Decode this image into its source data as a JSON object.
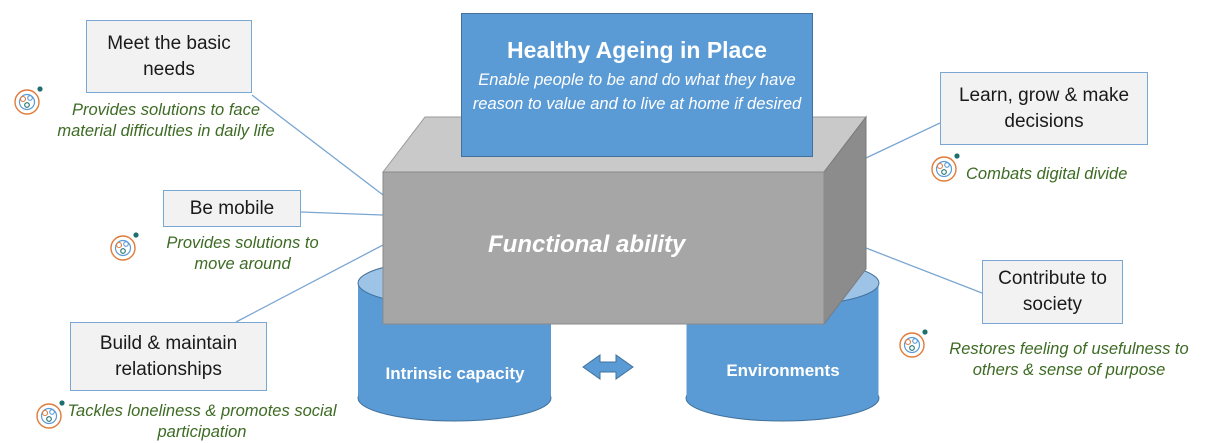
{
  "title": {
    "heading": "Healthy Ageing in Place",
    "subtitle": "Enable people to be and do what they have reason to value and to live at home if desired"
  },
  "center": {
    "label": "Functional ability"
  },
  "bases": {
    "left": "Intrinsic capacity",
    "right": "Environments"
  },
  "domains": {
    "basic_needs": {
      "label": "Meet the basic needs",
      "note": "Provides solutions to face material difficulties in daily life"
    },
    "mobile": {
      "label": "Be mobile",
      "note": "Provides solutions to move around"
    },
    "relationships": {
      "label": "Build & maintain relationships",
      "note": "Tackles loneliness & promotes social participation"
    },
    "learn": {
      "label": "Learn, grow & make decisions",
      "note": "Combats digital divide"
    },
    "contribute": {
      "label": "Contribute to society",
      "note": "Restores feeling of usefulness to others & sense of purpose"
    }
  },
  "colors": {
    "box_blue": "#5b9bd5",
    "block_gray": "#a6a6a6",
    "note_green": "#3d6b24",
    "line_blue": "#7aa6d2",
    "icon_orange": "#e07b39",
    "icon_teal": "#1f6f6f"
  },
  "icon": "target-circles-icon"
}
